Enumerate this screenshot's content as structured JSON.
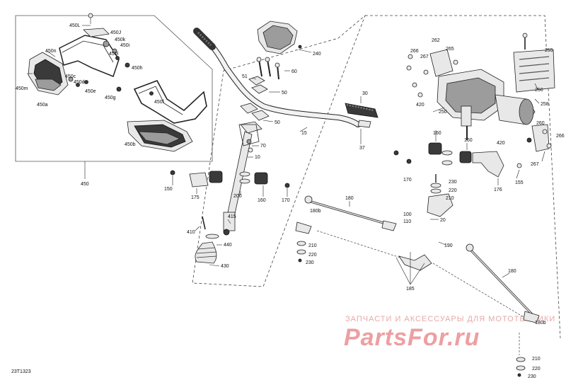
{
  "diagram": {
    "code": "23T1323",
    "watermark_top": "ЗАПЧАСТИ И АКСЕССУАРЫ ДЛЯ МОТОТЕХНИКИ",
    "watermark_main": "PartsFor.ru",
    "labels": {
      "l450": "450",
      "l450n": "450n",
      "l450m": "450m",
      "l450a": "450a",
      "l450c": "450c",
      "l450d": "450d",
      "l450e": "450e",
      "l450g": "450g",
      "l450h": "450h",
      "l450i": "450i",
      "l450k": "450k",
      "l450j": "450J",
      "l450L": "450L",
      "l450l": "450l",
      "l450f": "450f",
      "l450b": "450b",
      "l240": "240",
      "l51": "51",
      "l60": "60",
      "l50a": "50",
      "l50b": "50",
      "l15": "15",
      "l30": "30",
      "l37": "37",
      "l70": "70",
      "l10": "10",
      "l150": "150",
      "l175": "175",
      "l200": "200",
      "l160a": "160",
      "l170a": "170",
      "l410": "410",
      "l415": "415",
      "l440": "440",
      "l430": "430",
      "l180a": "180",
      "l180b": "180b",
      "l210a": "210",
      "l220a": "220",
      "l230a": "230",
      "l262": "262",
      "l266a": "266",
      "l267a": "267",
      "l265": "265",
      "l255": "255",
      "l256": "256",
      "l420a": "420",
      "l250": "250",
      "l258": "258",
      "l260": "260",
      "l266b": "266",
      "l420b": "420",
      "l267b": "267",
      "l160b": "160",
      "l160c": "160",
      "l170b": "170",
      "l176": "176",
      "l155": "155",
      "l230b": "230",
      "l220b": "220",
      "l210b": "210",
      "l100": "100",
      "l110": "110",
      "l20": "20",
      "l190": "190",
      "l185": "185",
      "l180c": "180",
      "l180d": "180b",
      "l210c": "210",
      "l220c": "220",
      "l230c": "230"
    }
  }
}
